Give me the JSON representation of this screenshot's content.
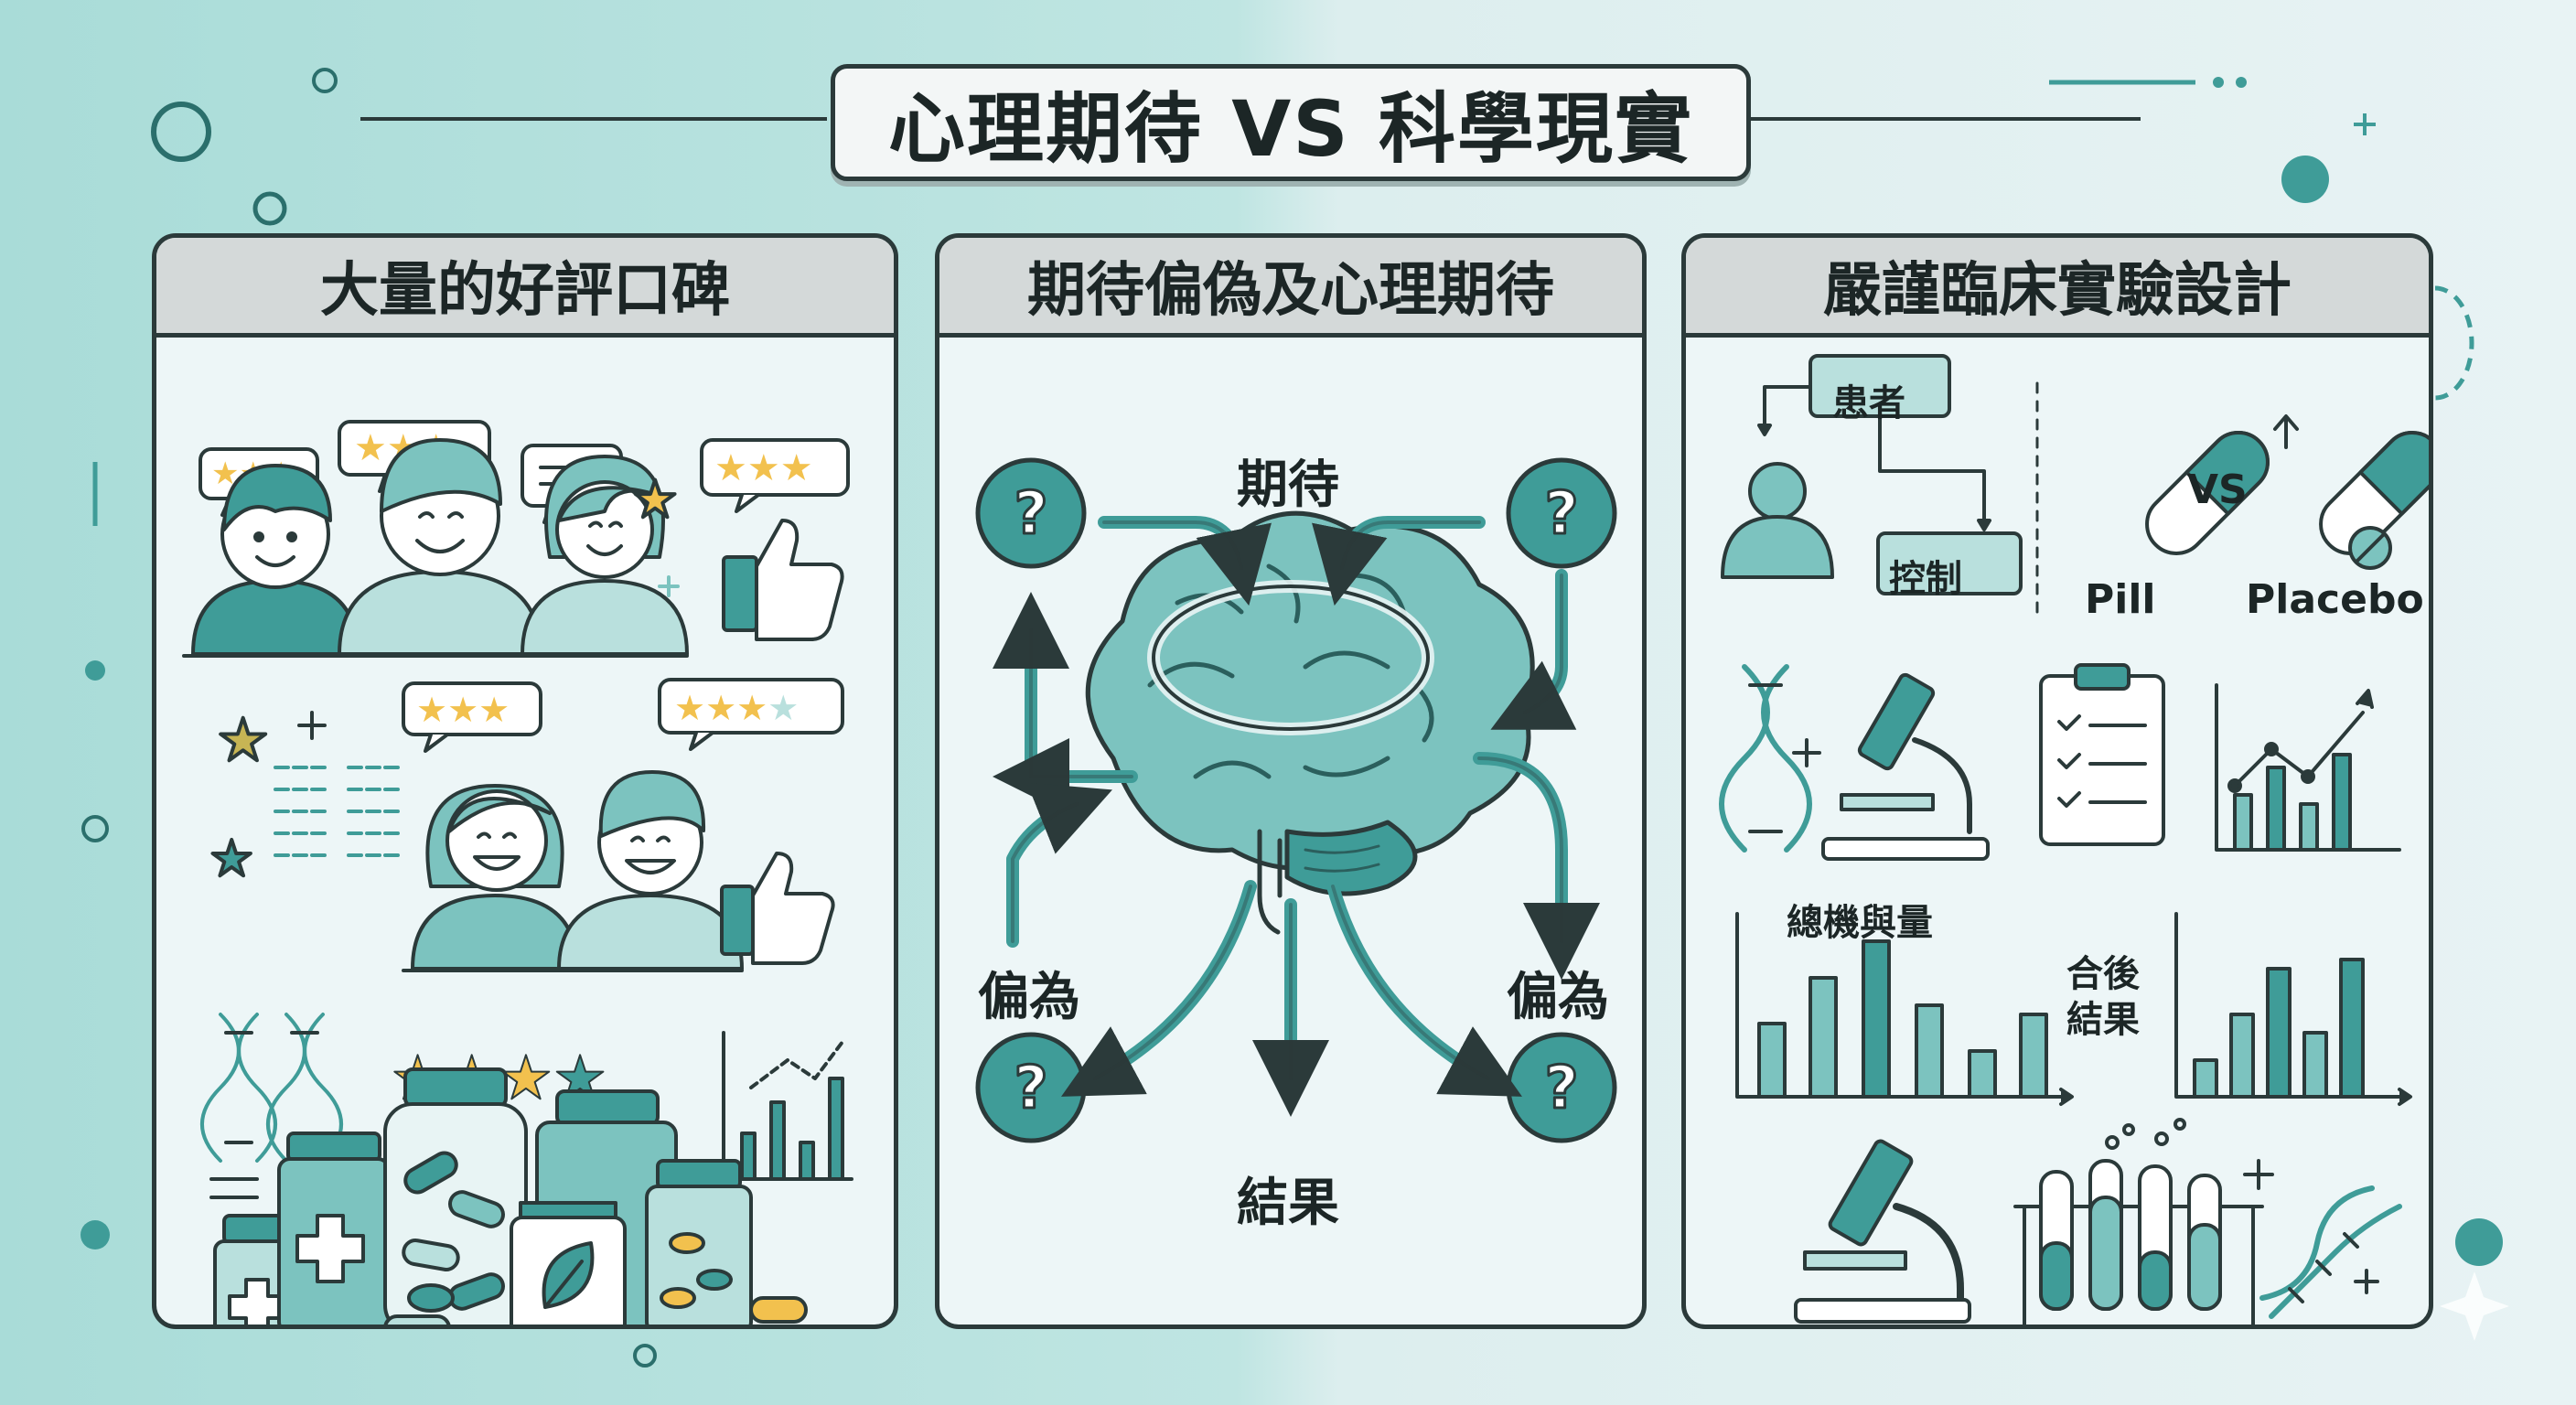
{
  "title": "心理期待 VS 科學現實",
  "panels": [
    {
      "heading": "大量的好評口碑"
    },
    {
      "heading": "期待偏偽及心理期待",
      "labels": {
        "top": "期待",
        "left": "偏為",
        "right": "偏為",
        "bottom": "結果"
      }
    },
    {
      "heading": "嚴謹臨床實驗設計",
      "labels": {
        "patient": "患者",
        "control": "控制",
        "vs": "VS",
        "pill": "Pill",
        "placebo": "Placebo",
        "chart_left": "總機與量",
        "chart_right_l1": "合後",
        "chart_right_l2": "結果"
      }
    }
  ],
  "colors": {
    "teal": "#3f9c98",
    "teal_light": "#7cc3bf",
    "teal_pale": "#b9e0dd",
    "ink": "#2b3a3a",
    "star": "#f2c14e"
  }
}
